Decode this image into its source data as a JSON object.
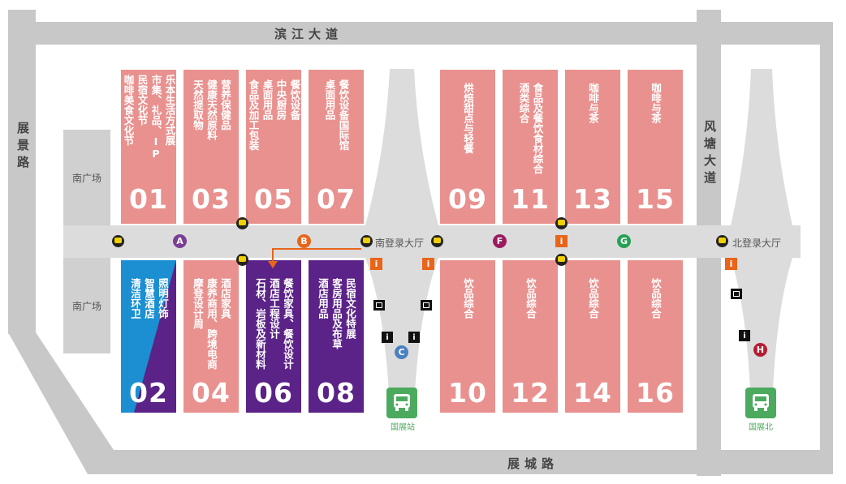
{
  "roads": {
    "top": "滨江大道",
    "bottom": "展城路",
    "left": "展景路",
    "right": "风塘大道"
  },
  "plazas": {
    "south_top": "南广场",
    "south_bottom": "南广场"
  },
  "halls_top": [
    {
      "num": "01",
      "lines": [
        "乐本生活方式展",
        "市集、礼品、IP",
        "民宿文化节",
        "咖啡美食文化节"
      ]
    },
    {
      "num": "03",
      "lines": [
        "营养保健品",
        "健康天然原料",
        "天然提取物"
      ]
    },
    {
      "num": "05",
      "lines": [
        "餐饮设备",
        "中央厨房",
        "桌面用品",
        "食品及加工包装"
      ]
    },
    {
      "num": "07",
      "lines": [
        "餐饮设备国际馆",
        "桌面用品"
      ]
    },
    {
      "num": "09",
      "lines": [
        "烘焙甜点与轻餐"
      ]
    },
    {
      "num": "11",
      "lines": [
        "食品及餐饮食材综合",
        "酒类综合"
      ]
    },
    {
      "num": "13",
      "lines": [
        "咖啡与茶"
      ]
    },
    {
      "num": "15",
      "lines": [
        "咖啡与茶"
      ]
    }
  ],
  "halls_bottom": [
    {
      "num": "02",
      "lines": [
        "照明灯饰",
        "智慧酒店",
        "清洁环卫"
      ]
    },
    {
      "num": "04",
      "lines": [
        "酒店家具",
        "康养商用、跨境电商",
        "摩登设计周"
      ]
    },
    {
      "num": "06",
      "lines": [
        "餐饮家具、餐饮设计",
        "酒店工程设计",
        "石材、岩板及新材料"
      ]
    },
    {
      "num": "08",
      "lines": [
        "民宿文化特展",
        "客房用品及布草",
        "酒店用品"
      ]
    },
    {
      "num": "10",
      "lines": [
        "饮品综合"
      ]
    },
    {
      "num": "12",
      "lines": [
        "饮品综合"
      ]
    },
    {
      "num": "14",
      "lines": [
        "饮品综合"
      ]
    },
    {
      "num": "16",
      "lines": [
        "饮品综合"
      ]
    }
  ],
  "lobbies": {
    "south": "南登录大厅",
    "north": "北登录大厅"
  },
  "entrances": [
    "A",
    "B",
    "C",
    "F",
    "G",
    "H"
  ],
  "stations": {
    "south": "国展站",
    "north": "国展北"
  },
  "info_symbol": "i",
  "colors": {
    "hall_pink": "#e9918f",
    "hall_purple": "#5b2388",
    "hall_blue": "#1b8fd2",
    "road": "#c8c8c8",
    "entrance_A": "#7b3d96",
    "entrance_B": "#e8651a",
    "entrance_C": "#4b7fc3",
    "entrance_F": "#9b1c5e",
    "entrance_G": "#27a055",
    "entrance_H": "#b41e34",
    "station": "#4caa5e"
  }
}
